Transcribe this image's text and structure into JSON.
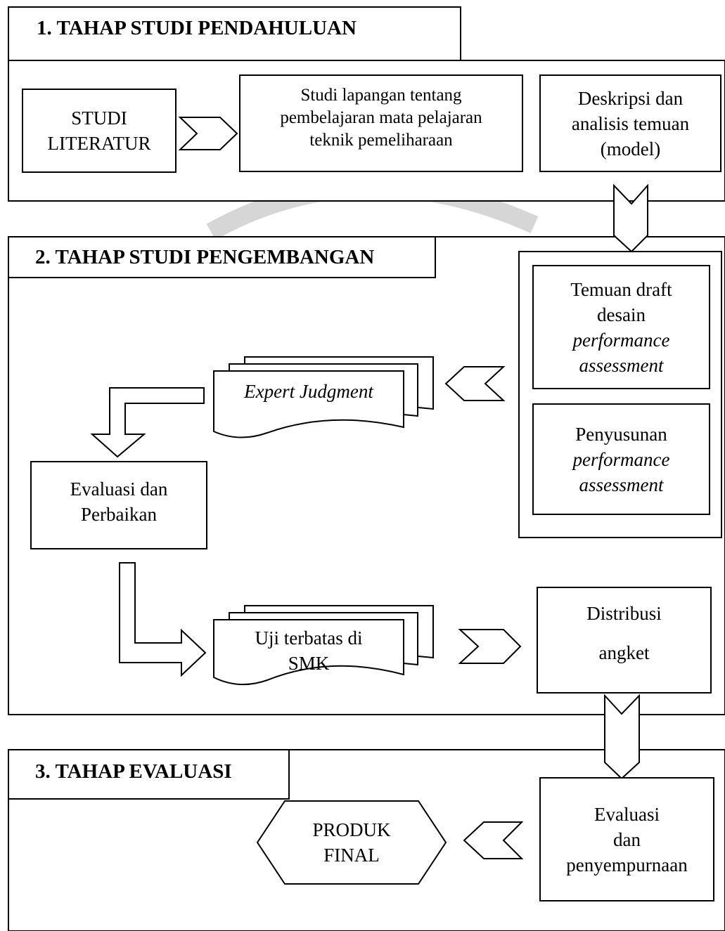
{
  "watermark_color": "#d6d6d6",
  "stages": {
    "stage1": {
      "title": "1.  TAHAP STUDI PENDAHULUAN",
      "studi_literatur": [
        "STUDI",
        "LITERATUR"
      ],
      "studi_lapangan": [
        "Studi lapangan tentang",
        "pembelajaran mata pelajaran",
        "teknik pemeliharaan"
      ],
      "deskripsi": [
        "Deskripsi dan",
        "analisis temuan",
        "(model)"
      ]
    },
    "stage2": {
      "title": "2.  TAHAP STUDI PENGEMBANGAN",
      "temuan": [
        "Temuan draft",
        "desain"
      ],
      "temuan_italic": [
        "performance",
        "assessment"
      ],
      "penyusunan": "Penyusunan",
      "penyusunan_italic": [
        "performance",
        "assessment"
      ],
      "expert_judgment": "Expert Judgment",
      "evaluasi_perbaikan": [
        "Evaluasi dan",
        "Perbaikan"
      ],
      "uji_terbatas": [
        "Uji terbatas di",
        "SMK"
      ],
      "distribusi": [
        "Distribusi",
        "angket"
      ]
    },
    "stage3": {
      "title": "3.  TAHAP EVALUASI",
      "evaluasi_penyempurnaan": [
        "Evaluasi",
        "dan",
        "penyempurnaan"
      ],
      "produk_final": [
        "PRODUK",
        "FINAL"
      ]
    }
  }
}
